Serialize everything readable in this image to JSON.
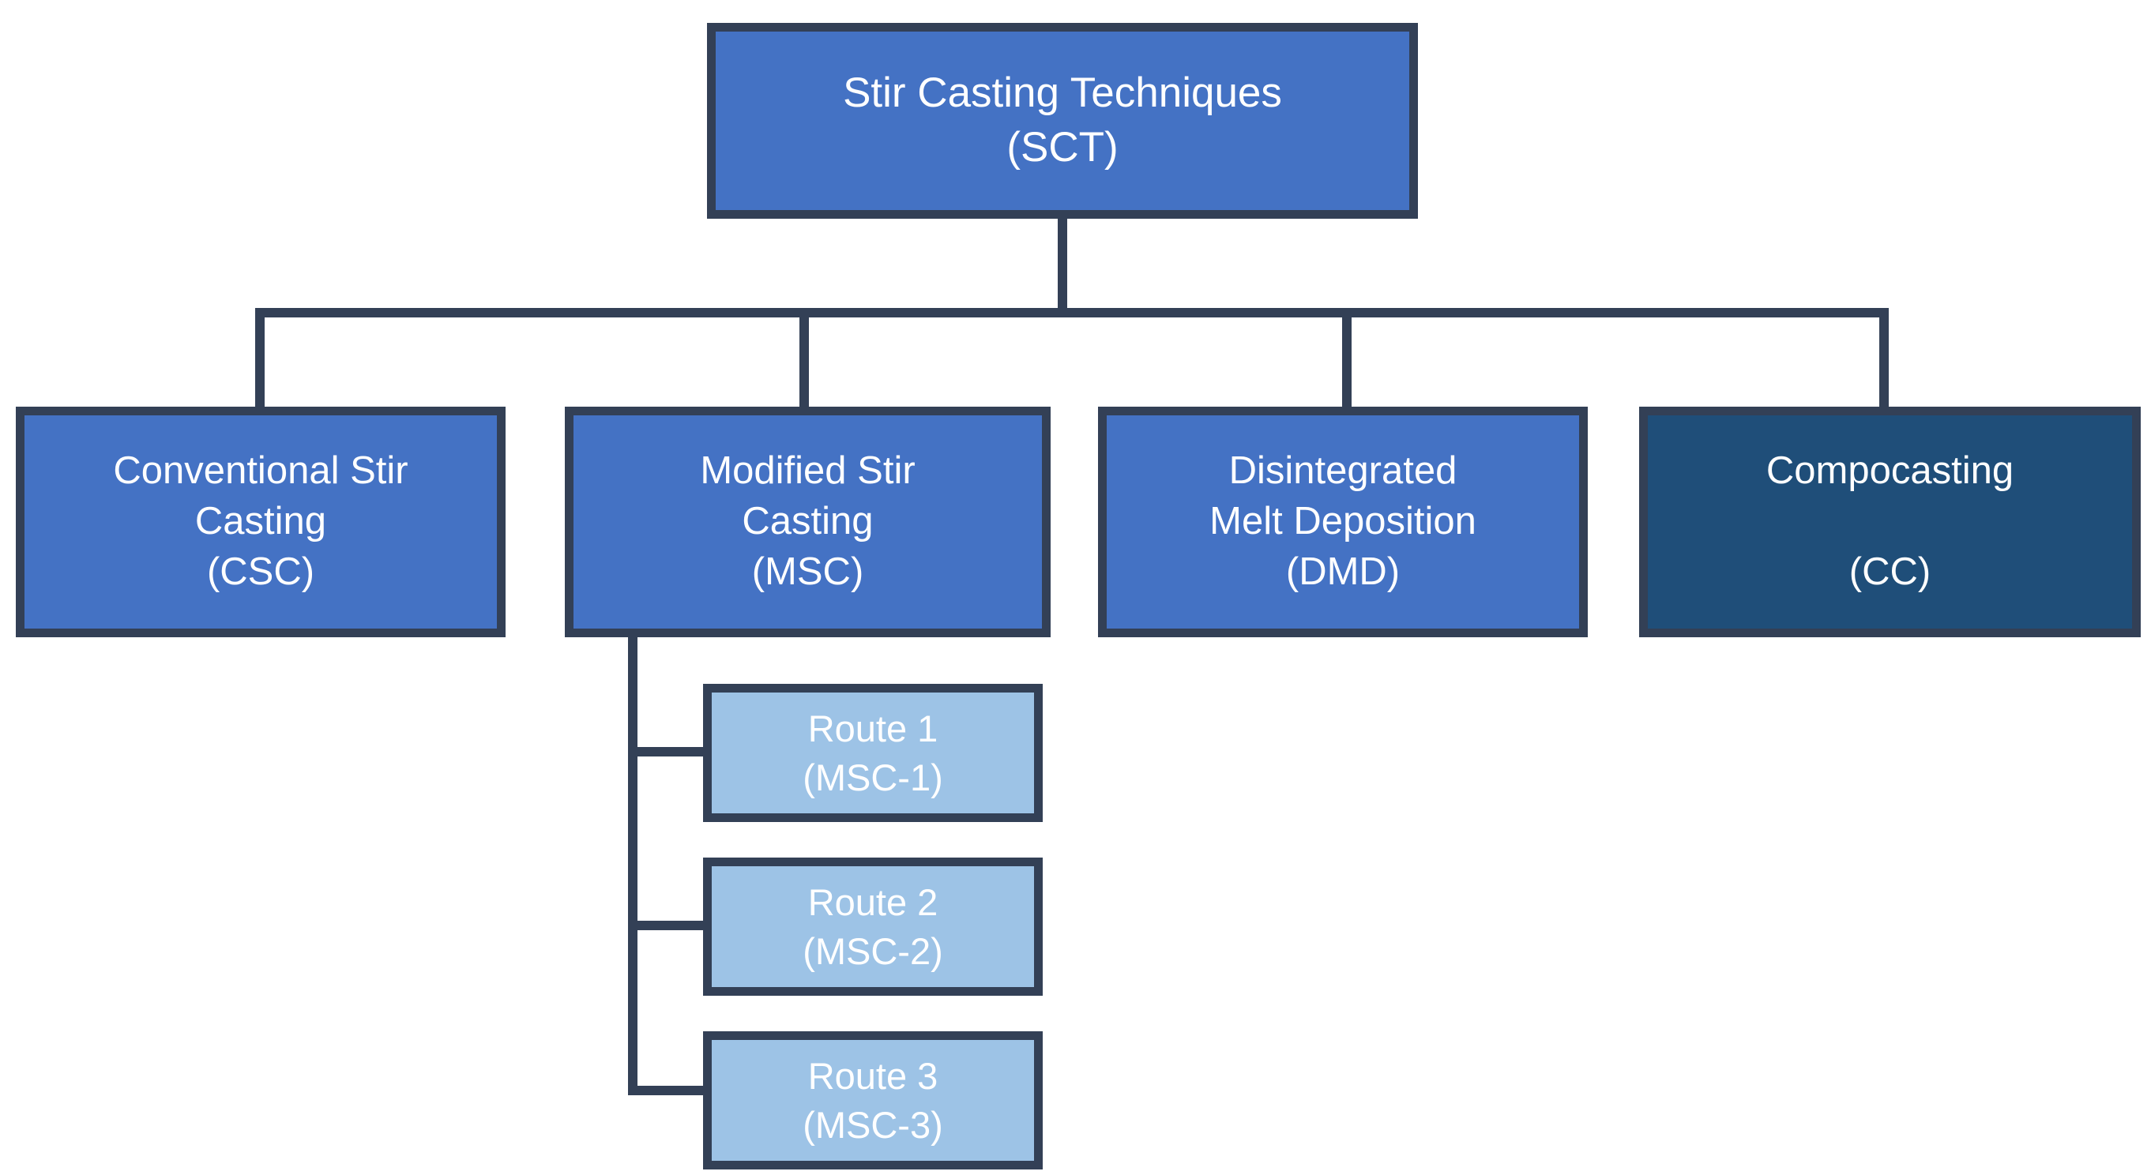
{
  "diagram": {
    "type": "hierarchy-tree",
    "title_node": {
      "id": "SCT",
      "line1": "Stir Casting Techniques",
      "line2": "(SCT)",
      "fill": "#4472C4",
      "text_color": "#FFFFFF"
    },
    "level2": [
      {
        "id": "CSC",
        "line1": "Conventional Stir",
        "line2": "Casting",
        "line3": "(CSC)",
        "fill": "#4472C4"
      },
      {
        "id": "MSC",
        "line1": "Modified Stir",
        "line2": "Casting",
        "line3": "(MSC)",
        "fill": "#4472C4"
      },
      {
        "id": "DMD",
        "line1": "Disintegrated",
        "line2": "Melt Deposition",
        "line3": "(DMD)",
        "fill": "#4472C4"
      },
      {
        "id": "CC",
        "line1": "Compocasting",
        "line2": "",
        "line3": "(CC)",
        "fill": "#1F4E79"
      }
    ],
    "level3": [
      {
        "id": "MSC-1",
        "line1": "Route 1",
        "line2": "(MSC-1)",
        "fill": "#9DC3E6"
      },
      {
        "id": "MSC-2",
        "line1": "Route 2",
        "line2": "(MSC-2)",
        "fill": "#9DC3E6"
      },
      {
        "id": "MSC-3",
        "line1": "Route 3",
        "line2": "(MSC-3)",
        "fill": "#9DC3E6"
      }
    ],
    "colors": {
      "primary_fill": "#4472C4",
      "accent_fill": "#1F4E79",
      "light_fill": "#9DC3E6",
      "border": "#334056",
      "connector": "#334056",
      "text": "#FFFFFF",
      "background": "#FFFFFF"
    }
  }
}
